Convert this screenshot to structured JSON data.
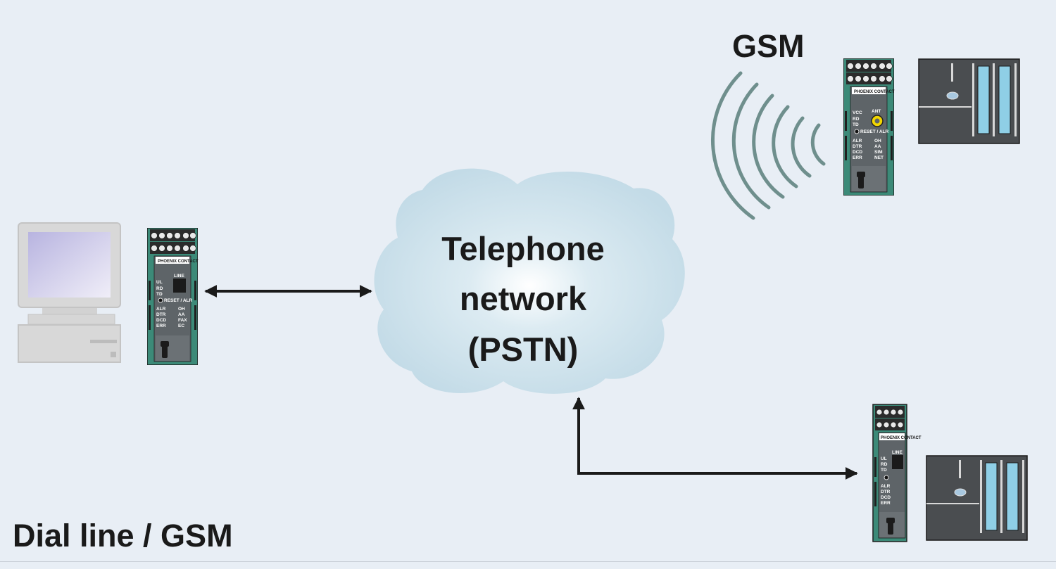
{
  "diagram": {
    "title": "Dial line / GSM",
    "gsm_label": "GSM",
    "cloud": {
      "line1": "Telephone",
      "line2": "network",
      "line3": "(PSTN)"
    }
  },
  "modems": {
    "left": {
      "brand": "PHOENIX CONTACT",
      "port": "LINE",
      "leds_left": [
        "UL",
        "RD",
        "TD"
      ],
      "reset": "RESET / ALR",
      "status_left": [
        "ALR",
        "DTR",
        "DCD",
        "ERR"
      ],
      "status_right": [
        "OH",
        "AA",
        "FAX",
        "EC"
      ]
    },
    "gsm": {
      "brand": "PHOENIX CONTACT",
      "port": "ANT",
      "leds_left": [
        "VCC",
        "RD",
        "TD"
      ],
      "reset": "RESET / ALR",
      "status_left": [
        "ALR",
        "DTR",
        "DCD",
        "ERR"
      ],
      "status_right": [
        "OH",
        "AA",
        "SIM",
        "NET"
      ]
    },
    "bottom": {
      "brand": "PHOENIX CONTACT",
      "port": "LINE",
      "leds_left": [
        "UL",
        "RD",
        "TD"
      ],
      "status_left": [
        "ALR",
        "DTR",
        "DCD",
        "ERR"
      ]
    }
  },
  "colors": {
    "background": "#e8eef5",
    "modem_green": "#3c8a78",
    "modem_grey": "#5e6468",
    "cloud": "#c5dde8",
    "waves": "#6f8f8d",
    "plc_body": "#4a4d50",
    "plc_window": "#8fcfe6",
    "antenna_yellow": "#f2d600"
  }
}
